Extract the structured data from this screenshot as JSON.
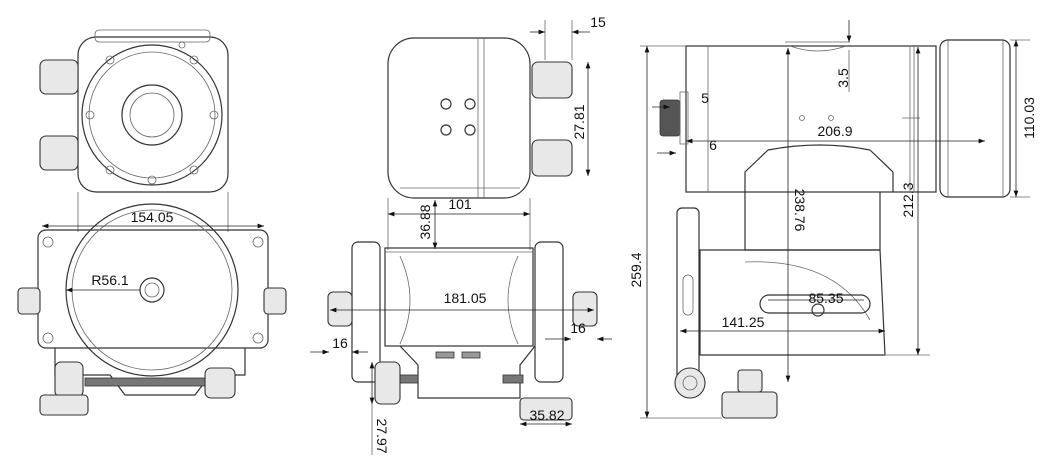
{
  "drawing": {
    "front_view": {
      "width_dim": "154.05",
      "radius_dim": "R56.1"
    },
    "side_view": {
      "top_offset": "15",
      "knob_spacing": "27.81",
      "top_width": "101",
      "top_gap": "36.88",
      "overall_width": "181.05",
      "left_knob": "16",
      "right_knob": "16",
      "foot_width": "35.82",
      "knob_height": "27.97"
    },
    "profile_view": {
      "depth_a": "5",
      "depth_b": "6",
      "recess": "3.5",
      "body_length": "206.9",
      "lens_diameter": "110.03",
      "height_212": "212.3",
      "height_238": "238.76",
      "overall_height": "259.4",
      "slot_length": "85.35",
      "base_length": "141.25"
    }
  }
}
